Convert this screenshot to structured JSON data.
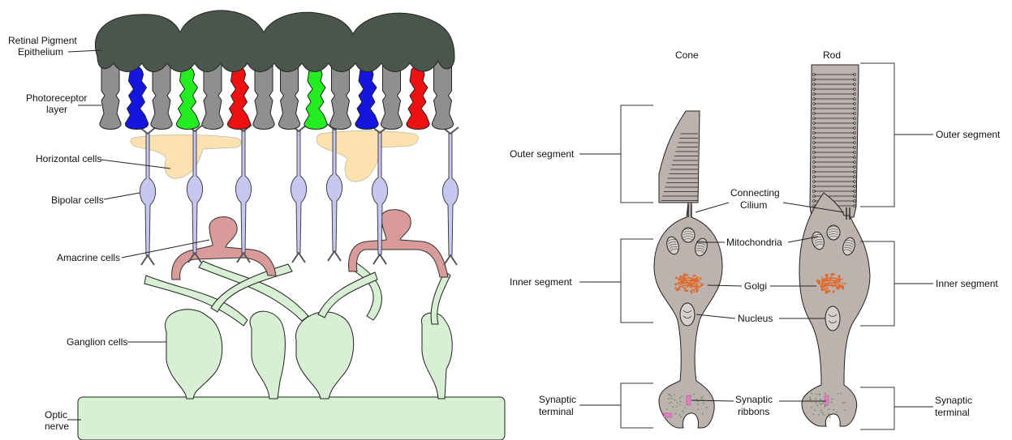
{
  "retina": {
    "labels": {
      "rpe_1": "Retinal Pigment",
      "rpe_2": "Epithelium",
      "photo_1": "Photoreceptor",
      "photo_2": "layer",
      "horizontal": "Horizontal cells",
      "bipolar": "Bipolar cells",
      "amacrine": "Amacrine cells",
      "ganglion": "Ganglion cells",
      "optic_1": "Optic",
      "optic_2": "nerve"
    },
    "colors": {
      "epithelium": "#4a564c",
      "rod_cell": "#8f8f8f",
      "cone_blue": "#1515e0",
      "cone_green": "#22ee22",
      "cone_red": "#ee1111",
      "horizontal": "#fde2b0",
      "bipolar": "#c6c6ee",
      "amacrine": "#d99a9a",
      "ganglion": "#d7efd2"
    },
    "photoreceptors": [
      "rod",
      "cone_blue",
      "rod",
      "cone_green",
      "rod",
      "cone_red",
      "rod",
      "rod",
      "cone_green",
      "rod",
      "cone_blue",
      "rod",
      "cone_red",
      "rod"
    ]
  },
  "cells": {
    "cone_title": "Cone",
    "rod_title": "Rod",
    "labels": {
      "outer_left": "Outer segment",
      "outer_right": "Outer segment",
      "connecting_1": "Connecting",
      "connecting_2": "Cilium",
      "mitochondria": "Mitochondria",
      "inner_left": "Inner segment",
      "inner_right": "Inner segment",
      "golgi": "Golgi",
      "nucleus": "Nucleus",
      "syn_left_1": "Synaptic",
      "syn_left_2": "terminal",
      "ribbons_1": "Synaptic",
      "ribbons_2": "ribbons",
      "syn_right_1": "Synaptic",
      "syn_right_2": "terminal"
    },
    "colors": {
      "cell_body": "#bdb3ae",
      "golgi": "#e06a2c",
      "ribbon": "#e080c0"
    }
  }
}
